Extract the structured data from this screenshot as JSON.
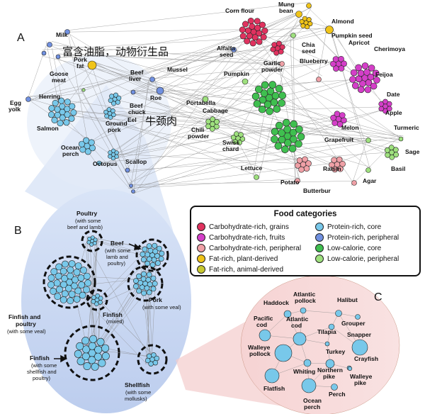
{
  "colors": {
    "carb_grains": "#e0325f",
    "carb_fruits": "#d43fc8",
    "carb_peripheral": "#efa0a6",
    "fat_plant": "#f0c419",
    "fat_animal": "#c8c830",
    "protein_core": "#78c8ea",
    "protein_peripheral": "#7090e0",
    "lowcal_core": "#3fbf4f",
    "lowcal_peripheral": "#9ee07e",
    "edge": "#888888"
  },
  "panels": {
    "a": "A",
    "b": "B",
    "c": "C"
  },
  "annotations": {
    "cn_top": "富含油脂，动物衍生品",
    "cn_beef": "牛颈肉"
  },
  "panel_a": {
    "labels": {
      "milk": "Milk",
      "pork_fat_1": "Pork",
      "pork_fat_2": "fat",
      "goose_1": "Goose",
      "goose_2": "meat",
      "beef_liver_1": "Beef",
      "beef_liver_2": "liver",
      "mussel": "Mussel",
      "roe": "Roe",
      "herring": "Herring",
      "egg_1": "Egg",
      "egg_2": "yolk",
      "beef_chuck_1": "Beef",
      "beef_chuck_2": "chuck",
      "eel": "Eel",
      "ground_pork_1": "Ground",
      "ground_pork_2": "pork",
      "salmon": "Salmon",
      "ocean_perch_1": "Ocean",
      "ocean_perch_2": "perch",
      "octopus": "Octopus",
      "scallop": "Scallop",
      "corn_flour": "Corn flour",
      "mung_1": "Mung",
      "mung_2": "bean",
      "almond": "Almond",
      "pumpkin_seed": "Pumpkin  seed",
      "alfalfa_1": "Alfalfa",
      "alfalfa_2": "seed",
      "chia_1": "Chia",
      "chia_2": "seed",
      "apricot": "Apricot",
      "cherimoya": "Cherimoya",
      "garlic_1": "Garlic",
      "garlic_2": "powder",
      "blueberry": "Blueberry",
      "pumpkin": "Pumpkin",
      "feijoa": "Feijoa",
      "portabella": "Portabella",
      "date": "Date",
      "cabbage": "Cabbage",
      "apple": "Apple",
      "melon": "Melon",
      "turmeric": "Turmeric",
      "chili_1": "Chili",
      "chili_2": "powder",
      "swiss_1": "Swiss",
      "swiss_2": "chard",
      "grapefruit": "Grapefruit",
      "sage": "Sage",
      "lettuce": "Lettuce",
      "raisin": "Raisin",
      "basil": "Basil",
      "potato": "Potato",
      "agar": "Agar",
      "butterbur": "Butterbur"
    }
  },
  "panel_b": {
    "labels": {
      "poultry": "Poultry",
      "poultry_sub_1": "(with some",
      "poultry_sub_2": "beef and lamb)",
      "beef": "Beef",
      "beef_sub_1": "(with some",
      "beef_sub_2": "lamb and",
      "beef_sub_3": "poultry)",
      "finfish_poultry_1": "Finfish and",
      "finfish_poultry_2": "poultry",
      "finfish_poultry_sub": "(with some veal)",
      "pork": "Pork",
      "pork_sub": "(with some veal)",
      "finfish_mixed": "Finfish",
      "finfish_mixed_sub": "(mixed)",
      "finfish2": "Finfish",
      "finfish2_sub_1": "(with some",
      "finfish2_sub_2": "shellfish and",
      "finfish2_sub_3": "poultry)",
      "shellfish": "Shellfish",
      "shellfish_sub_1": "(with some",
      "shellfish_sub_2": "mollusks)"
    }
  },
  "panel_c": {
    "labels": {
      "atlantic_pollock_1": "Atlantic",
      "atlantic_pollock_2": "pollock",
      "haddock": "Haddock",
      "halibut": "Halibut",
      "pacific_cod_1": "Pacific",
      "pacific_cod_2": "cod",
      "atlantic_cod_1": "Atlantic",
      "atlantic_cod_2": "cod",
      "grouper": "Grouper",
      "tilapia": "Tilapia",
      "snapper": "Snapper",
      "turkey": "Turkey",
      "walleye_pollock_1": "Walleye",
      "walleye_pollock_2": "pollock",
      "crayfish": "Crayfish",
      "whiting": "Whiting",
      "northern_1": "Northern",
      "northern_2": "pike",
      "walleye_pike_1": "Walleye",
      "walleye_pike_2": "pike",
      "flatfish": "Flatfish",
      "ocean_perch_1": "Ocean",
      "ocean_perch_2": "perch",
      "perch": "Perch"
    }
  },
  "legend": {
    "title": "Food categories",
    "items": [
      {
        "label": "Carbohydrate-rich, grains",
        "color": "#e0325f"
      },
      {
        "label": "Carbohydrate-rich, fruits",
        "color": "#d43fc8"
      },
      {
        "label": "Carbohydrate-rich, peripheral",
        "color": "#efa0a6"
      },
      {
        "label": "Fat-rich, plant-derived",
        "color": "#f0c419"
      },
      {
        "label": "Fat-rich, animal-derived",
        "color": "#c8c830"
      },
      {
        "label": "Protein-rich, core",
        "color": "#78c8ea"
      },
      {
        "label": "Protein-rich, peripheral",
        "color": "#7090e0"
      },
      {
        "label": "Low-calorie, core",
        "color": "#3fbf4f"
      },
      {
        "label": "Low-calorie, peripheral",
        "color": "#9ee07e"
      }
    ]
  }
}
